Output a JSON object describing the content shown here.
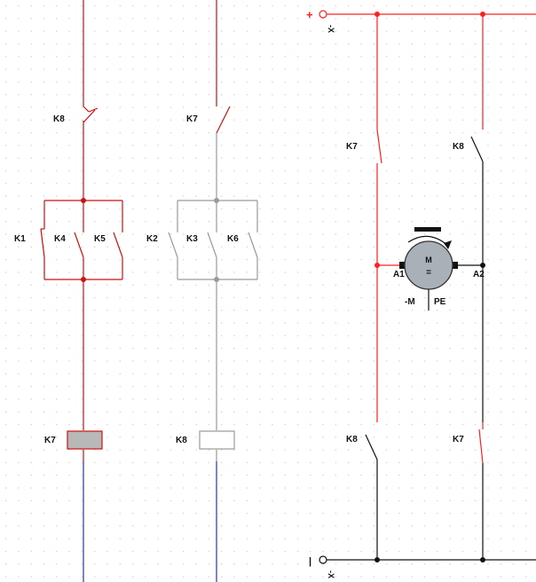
{
  "colors": {
    "active": "#cc1111",
    "energized": "#ff2020",
    "inactive": "#9a9a9a",
    "neutral": "#111111",
    "coil_line": "#2233cc",
    "coil_active_fill": "#b8b8b8",
    "grid_dot": "#c8c8c8"
  },
  "circuit_left": {
    "k8_label": "K8",
    "k1_label": "K1",
    "k4_label": "K4",
    "k5_label": "K5",
    "k7_coil_label": "K7"
  },
  "circuit_middle": {
    "k7_label": "K7",
    "k2_label": "K2",
    "k3_label": "K3",
    "k6_label": "K6",
    "k8_coil_label": "K8"
  },
  "power": {
    "plus_symbol": "+",
    "minus_symbol": "|",
    "top_terminal_label": "-X",
    "bottom_terminal_label": "-X",
    "k7_upper_label": "K7",
    "k8_upper_label": "K8",
    "k8_lower_label": "K8",
    "k7_lower_label": "K7"
  },
  "motor": {
    "letter": "M",
    "symbol": "=",
    "terminal_a1": "A1",
    "terminal_a2": "A2",
    "name": "-M",
    "pe_label": "PE"
  }
}
